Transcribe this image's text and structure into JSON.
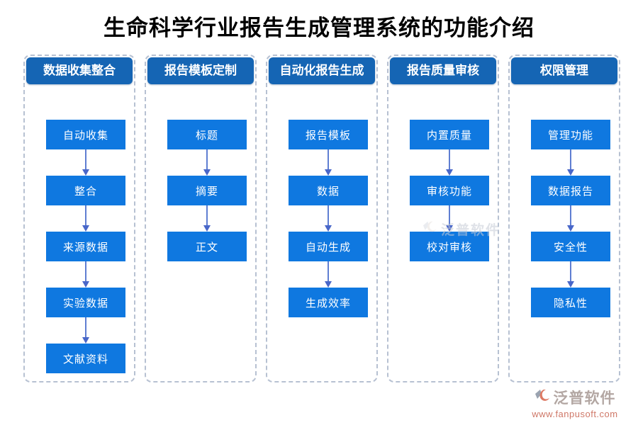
{
  "title": "生命科学行业报告生成管理系统的功能介绍",
  "columns": [
    {
      "header": "数据收集整合",
      "items": [
        "自动收集",
        "整合",
        "来源数据",
        "实验数据",
        "文献资料"
      ]
    },
    {
      "header": "报告模板定制",
      "items": [
        "标题",
        "摘要",
        "正文"
      ]
    },
    {
      "header": "自动化报告生成",
      "items": [
        "报告模板",
        "数据",
        "自动生成",
        "生成效率"
      ]
    },
    {
      "header": "报告质量审核",
      "items": [
        "内置质量",
        "审核功能",
        "校对审核"
      ]
    },
    {
      "header": "权限管理",
      "items": [
        "管理功能",
        "数据报告",
        "安全性",
        "隐私性"
      ]
    }
  ],
  "watermark": {
    "brand": "泛普软件",
    "url": "www.fanpusoft.com"
  },
  "colors": {
    "header_bg": "#1565b4",
    "node_bg": "#0f78e0",
    "arrow_line": "#5f7ed2",
    "arrow_head": "#4967c9",
    "column_border": "#b7c1d2",
    "title_text": "#000000",
    "watermark_brand": "#b3a7a3",
    "watermark_url": "#cf7868",
    "logo_gray": "#9aa3b0",
    "logo_orange": "#dd7a64"
  }
}
